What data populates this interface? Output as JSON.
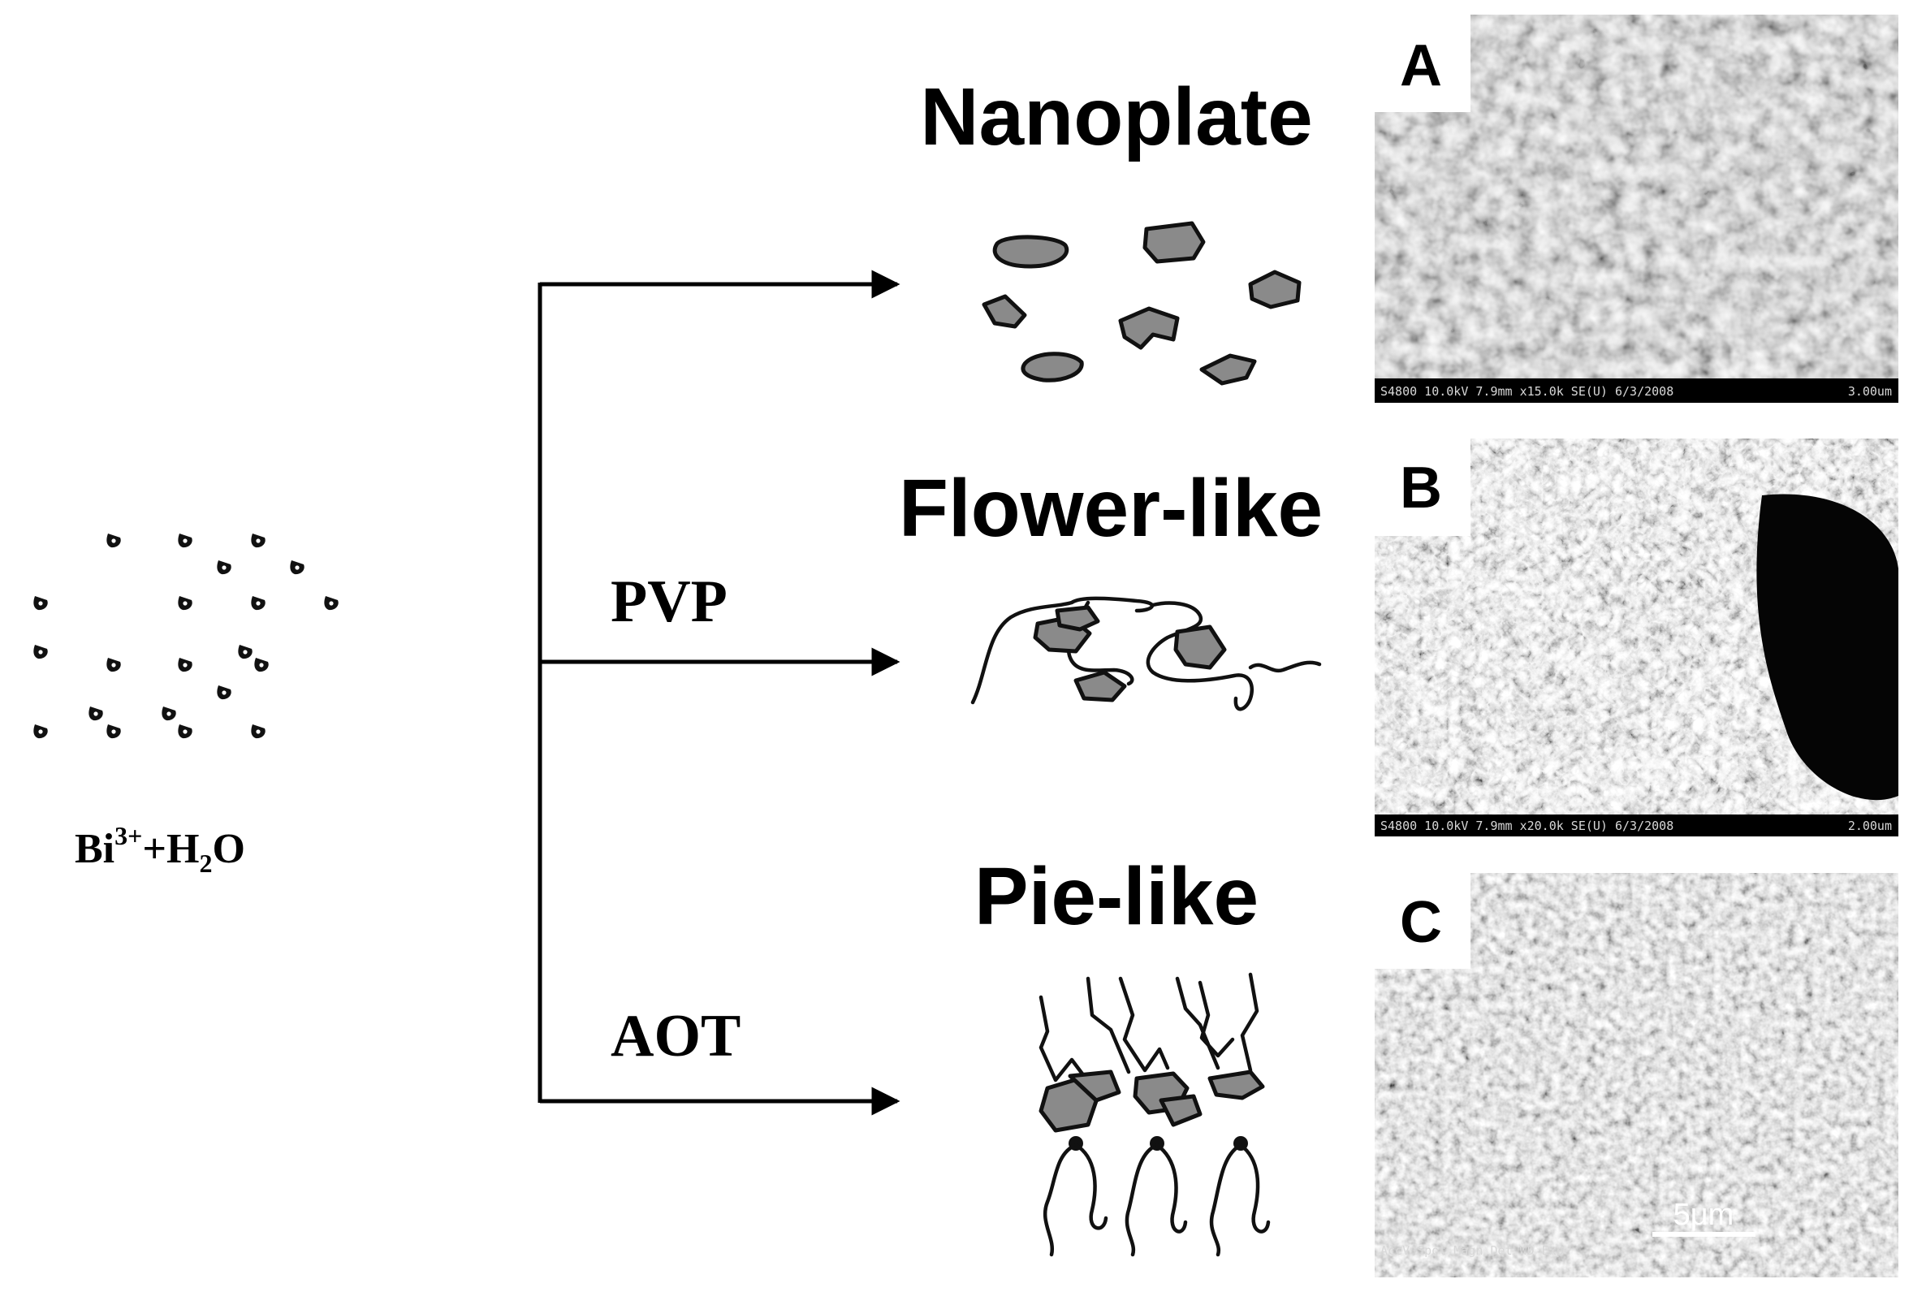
{
  "reactant": {
    "element": "Bi",
    "charge": "3+",
    "plus": "+H",
    "subscript": "2",
    "tail": "O"
  },
  "branches": [
    {
      "id": "nanoplate",
      "additive": "",
      "morphology": "Nanoplate"
    },
    {
      "id": "flower",
      "additive": "PVP",
      "morphology": "Flower-like"
    },
    {
      "id": "pie",
      "additive": "AOT",
      "morphology": "Pie-like"
    }
  ],
  "panels": [
    {
      "letter": "A",
      "info": "S4800 10.0kV 7.9mm x15.0k SE(U) 6/3/2008",
      "scale": "3.00um"
    },
    {
      "letter": "B",
      "info": "S4800 10.0kV 7.9mm x20.0k SE(U) 6/3/2008",
      "scale": "2.00um"
    },
    {
      "letter": "C",
      "info": "AccV Spot Magn Det WD Exp",
      "scale": "5μm"
    }
  ],
  "colors": {
    "plate_fill": "#8a8a8a",
    "line": "#111111",
    "sem_dark": "#2a2a2a"
  }
}
